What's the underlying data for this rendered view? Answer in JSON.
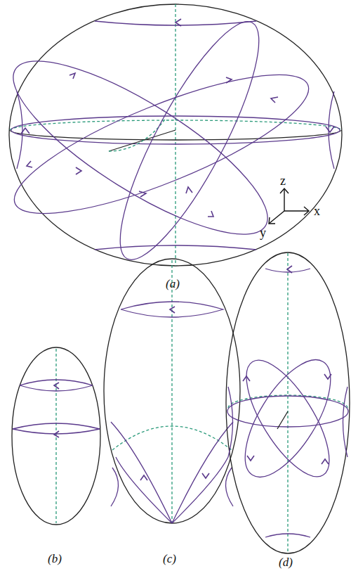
{
  "diagram": {
    "labels": [
      "z",
      "x",
      "y",
      "(a)",
      "(b)",
      "(c)",
      "(d)"
    ]
  }
}
